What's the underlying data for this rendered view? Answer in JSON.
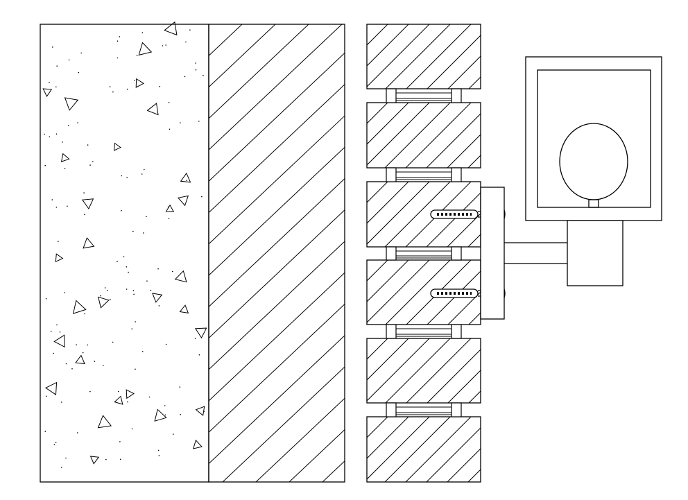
{
  "colors": {
    "background": "#ffffff",
    "stroke": "#000000"
  },
  "drawing": {
    "type": "architectural-section",
    "concrete_wall": {
      "aggregate_marks": 30,
      "fine_dots": 120
    },
    "insulation_layer": {
      "hatch": "diagonal"
    },
    "stone_panels": {
      "count": 6,
      "hatch": "diagonal"
    },
    "anchors": {
      "count": 2
    },
    "fixture": {
      "parts": [
        "outer-frame",
        "inner-frame",
        "lamp-globe",
        "mounting-box",
        "support-arm"
      ]
    }
  }
}
